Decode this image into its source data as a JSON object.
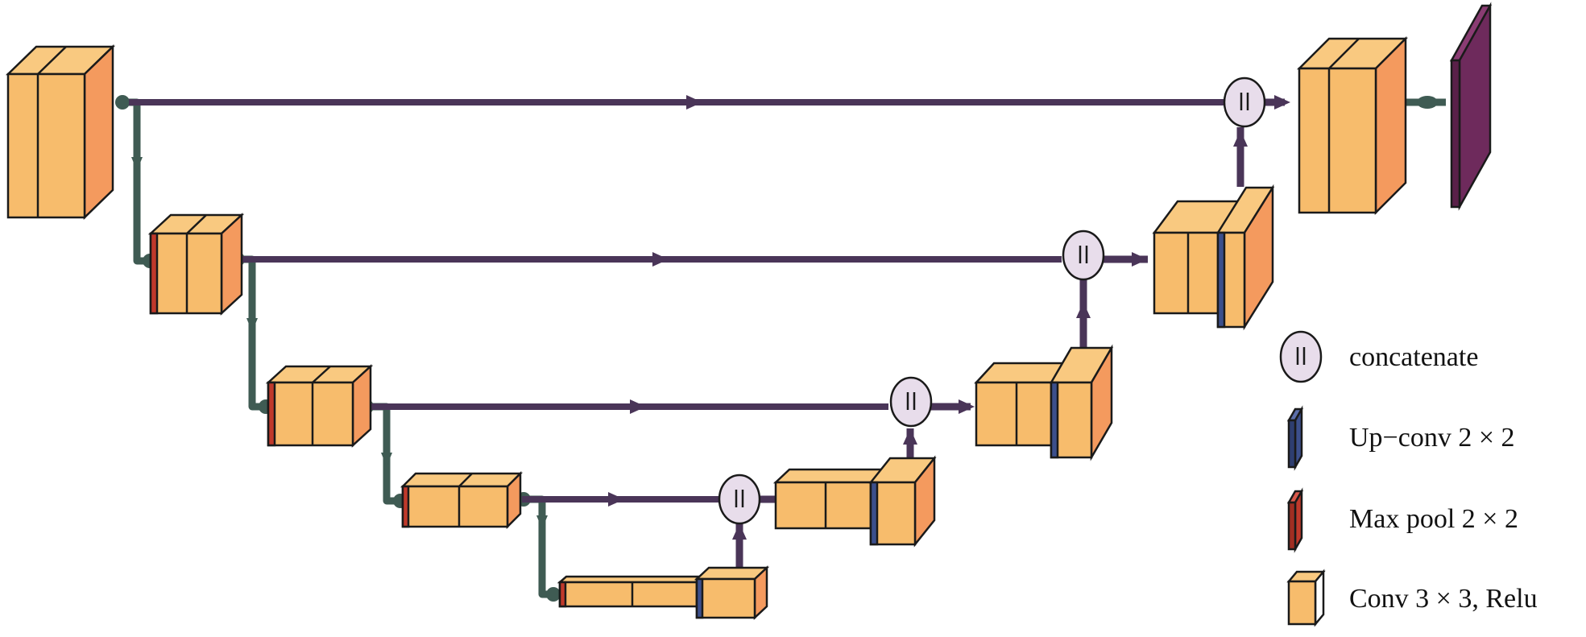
{
  "diagram": {
    "colors": {
      "conv_front": "#F7BC6C",
      "conv_side": "#F49A5E",
      "conv_top": "#F9C980",
      "up_conv": "#3C4F8C",
      "max_pool": "#C0392B",
      "output_layer": "#6E2A5C",
      "skip_connection": "#4A3558",
      "down_path": "#3F5B53",
      "concat_fill": "#E8DDEB",
      "outline": "#1A1A1A"
    },
    "icons": {
      "concatenate": "concatenate-icon",
      "up_conv": "up-conv-icon",
      "max_pool": "max-pool-icon",
      "conv": "conv-block-icon"
    }
  },
  "legend": {
    "concatenate": "concatenate",
    "up_conv": "Up−conv 2 × 2",
    "max_pool": "Max pool 2 × 2",
    "conv": "Conv 3 × 3, Relu"
  }
}
